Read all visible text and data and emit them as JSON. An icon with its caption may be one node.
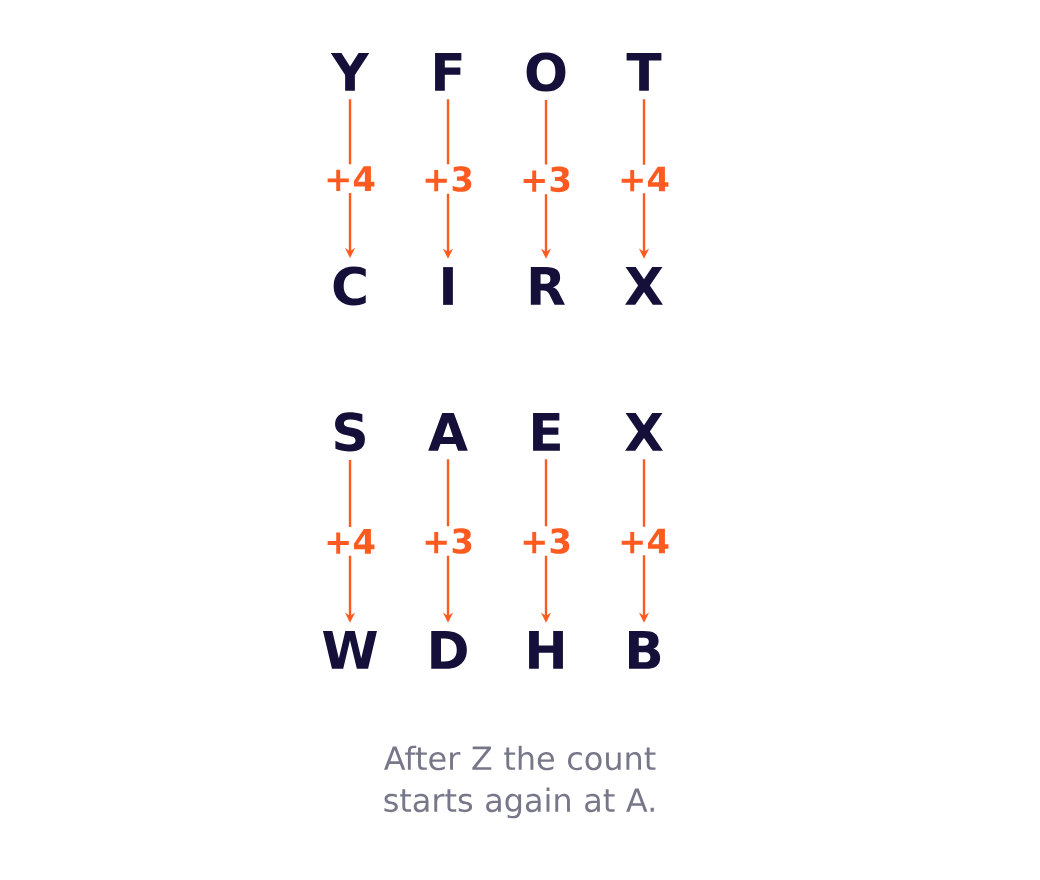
{
  "diagram": {
    "caption": "After Z the count starts again at A.",
    "nodes": [
      {
        "text": [
          "Y"
        ]
      },
      {
        "text": [
          "F"
        ]
      },
      {
        "text": [
          "O"
        ]
      },
      {
        "text": [
          "T"
        ]
      },
      {
        "text": [
          "C"
        ]
      },
      {
        "text": [
          "I"
        ]
      },
      {
        "text": [
          "R"
        ]
      },
      {
        "text": [
          "X"
        ]
      },
      {
        "text": [
          "S"
        ]
      },
      {
        "text": [
          "A"
        ]
      },
      {
        "text": [
          "E"
        ]
      },
      {
        "text": [
          "X"
        ]
      },
      {
        "text": [
          "W"
        ]
      },
      {
        "text": [
          "D"
        ]
      },
      {
        "text": [
          "H"
        ]
      },
      {
        "text": [
          "B"
        ]
      }
    ],
    "edges": [
      {
        "from": 0,
        "to": 4,
        "arrow": "to",
        "label": "+4"
      },
      {
        "from": 1,
        "to": 5,
        "arrow": "to",
        "label": "+3"
      },
      {
        "from": 2,
        "to": 6,
        "arrow": "to",
        "label": "+3"
      },
      {
        "from": 3,
        "to": 7,
        "arrow": "to",
        "label": "+4"
      },
      {
        "from": 8,
        "to": 12,
        "arrow": "to",
        "label": "+4"
      },
      {
        "from": 9,
        "to": 13,
        "arrow": "to",
        "label": "+3"
      },
      {
        "from": 10,
        "to": 14,
        "arrow": "to",
        "label": "+3"
      },
      {
        "from": 11,
        "to": 15,
        "arrow": "to",
        "label": "+4"
      }
    ]
  }
}
